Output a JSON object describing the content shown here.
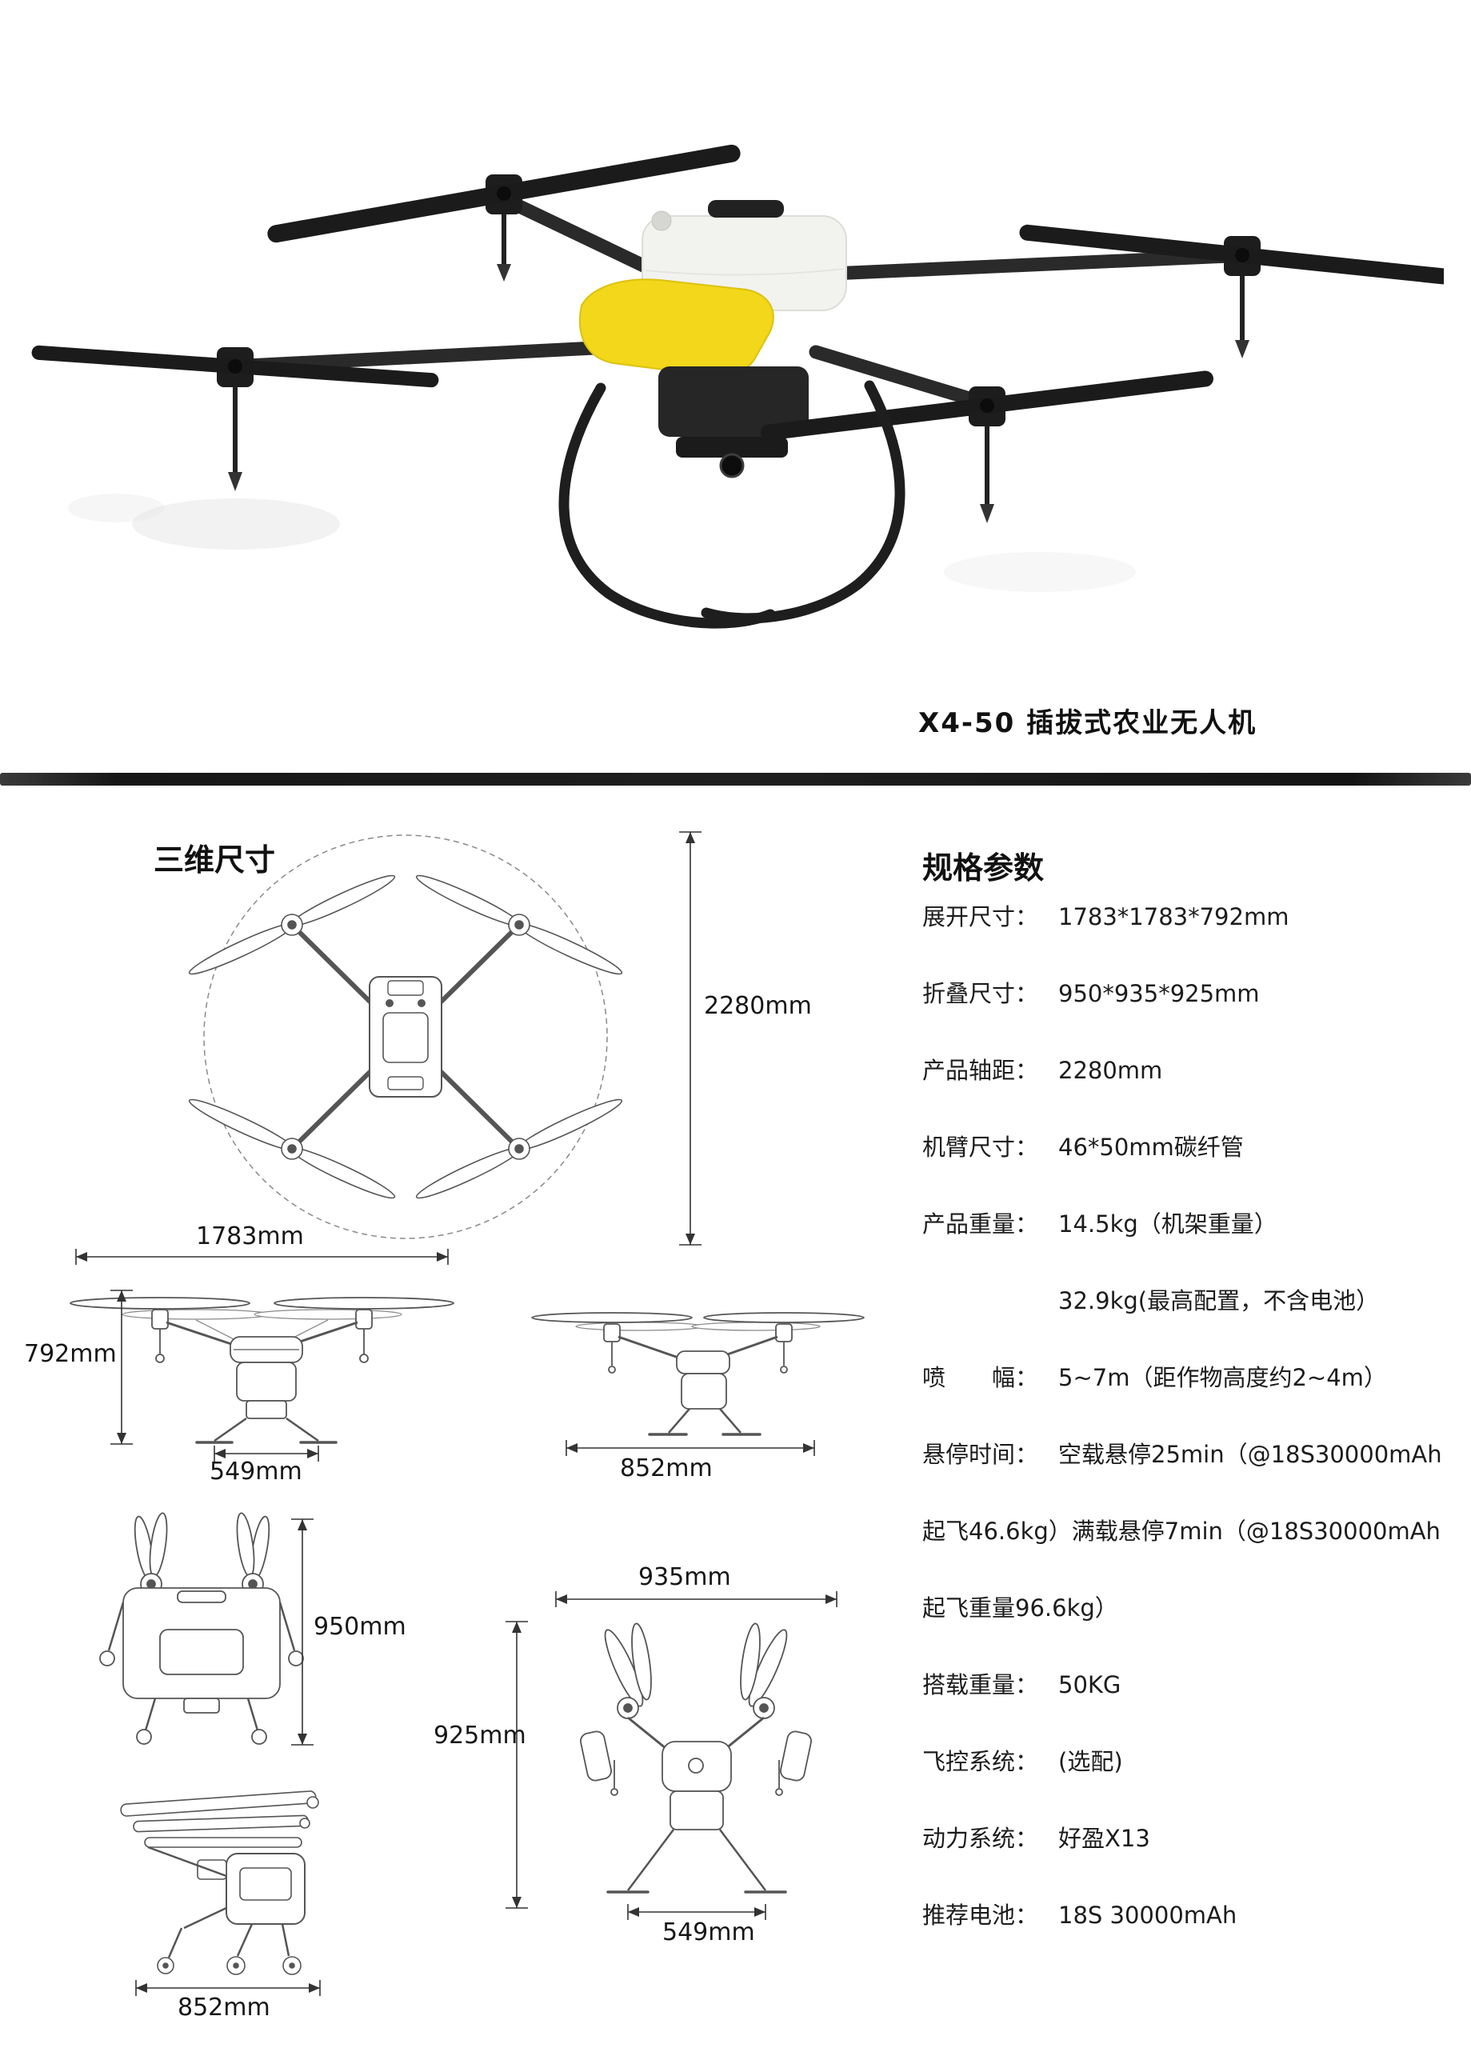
{
  "hero": {
    "caption": "X4-50 插拔式农业无人机"
  },
  "sections": {
    "dims_heading": "三维尺寸",
    "specs_heading": "规格参数"
  },
  "dims": {
    "wheelbase": "2280mm",
    "unfolded_width": "1783mm",
    "unfolded_height": "792mm",
    "unfolded_track": "549mm",
    "unfolded_depth": "852mm",
    "folded_height_back": "950mm",
    "folded_width": "935mm",
    "folded_height_front": "925mm",
    "folded_track": "549mm",
    "folded_depth": "852mm"
  },
  "specs": {
    "items": [
      {
        "label": "展开尺寸：",
        "value": "1783*1783*792mm"
      },
      {
        "label": "折叠尺寸：",
        "value": "950*935*925mm"
      },
      {
        "label": "产品轴距：",
        "value": "2280mm"
      },
      {
        "label": "机臂尺寸：",
        "value": "46*50mm碳纤管"
      },
      {
        "label": "产品重量：",
        "value": "14.5kg（机架重量）"
      },
      {
        "label": "",
        "value": "32.9kg(最高配置，不含电池）"
      },
      {
        "label": "喷　　幅：",
        "value": "5~7m（距作物高度约2~4m）"
      },
      {
        "label": "悬停时间：",
        "value": "空载悬停25min（@18S30000mAh"
      },
      {
        "label": "",
        "value": "起飞46.6kg）满载悬停7min（@18S30000mAh"
      },
      {
        "label": "",
        "value": "起飞重量96.6kg）"
      },
      {
        "label": "搭载重量：",
        "value": "50KG"
      },
      {
        "label": "飞控系统：",
        "value": "(选配)"
      },
      {
        "label": "动力系统：",
        "value": "好盈X13"
      },
      {
        "label": "推荐电池：",
        "value": "18S 30000mAh"
      }
    ]
  }
}
